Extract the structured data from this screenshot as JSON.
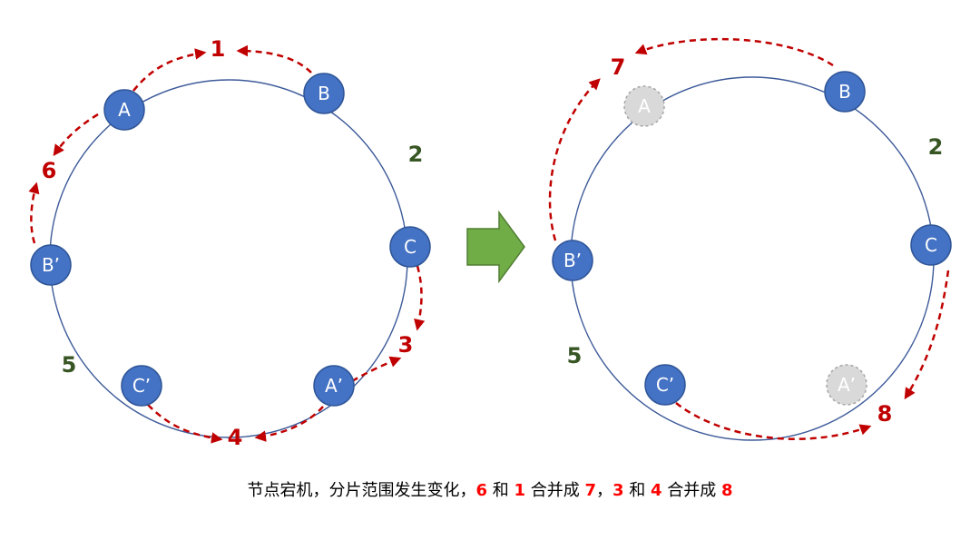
{
  "left_ring": {
    "nodes": [
      {
        "label": "A",
        "state": "alive"
      },
      {
        "label": "B",
        "state": "alive"
      },
      {
        "label": "C",
        "state": "alive"
      },
      {
        "label": "A’",
        "state": "alive"
      },
      {
        "label": "C’",
        "state": "alive"
      },
      {
        "label": "B’",
        "state": "alive"
      }
    ],
    "shard_labels": [
      {
        "text": "1",
        "color": "#c00000"
      },
      {
        "text": "2",
        "color": "#375623"
      },
      {
        "text": "3",
        "color": "#c00000"
      },
      {
        "text": "4",
        "color": "#c00000"
      },
      {
        "text": "5",
        "color": "#375623"
      },
      {
        "text": "6",
        "color": "#c00000"
      }
    ]
  },
  "right_ring": {
    "nodes": [
      {
        "label": "A",
        "state": "down"
      },
      {
        "label": "B",
        "state": "alive"
      },
      {
        "label": "C",
        "state": "alive"
      },
      {
        "label": "A’",
        "state": "down"
      },
      {
        "label": "C’",
        "state": "alive"
      },
      {
        "label": "B’",
        "state": "alive"
      }
    ],
    "shard_labels": [
      {
        "text": "7",
        "color": "#c00000"
      },
      {
        "text": "2",
        "color": "#375623"
      },
      {
        "text": "8",
        "color": "#c00000"
      },
      {
        "text": "5",
        "color": "#375623"
      }
    ]
  },
  "colors": {
    "node_fill": "#4472c4",
    "node_down_fill": "#d9d9d9",
    "arrow_green": "#70ad47",
    "arc_red": "#c00000",
    "label_green": "#375623",
    "caption_highlight": "#ff0000"
  },
  "caption": {
    "prefix": "节点宕机，分片范围发生变化，",
    "n6": "6",
    "and1": " 和 ",
    "n1": "1",
    "merge1": " 合并成 ",
    "n7": "7",
    "sep": "，",
    "n3": "3",
    "and2": " 和 ",
    "n4": "4",
    "merge2": " 合并成 ",
    "n8": "8"
  }
}
